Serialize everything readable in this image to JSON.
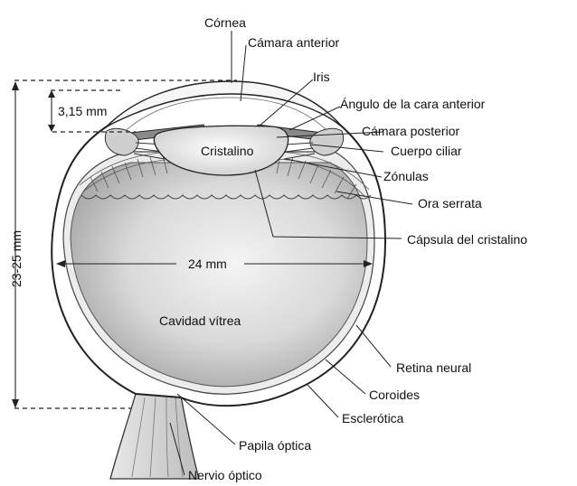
{
  "diagram": {
    "labels": {
      "cornea": "Córnea",
      "anterior_chamber": "Cámara anterior",
      "iris": "Iris",
      "anterior_angle": "Ángulo de la cara anterior",
      "posterior_chamber": "Cámara posterior",
      "ciliary_body": "Cuerpo ciliar",
      "zonules": "Zónulas",
      "ora_serrata": "Ora serrata",
      "lens_capsule": "Cápsula del cristalino",
      "lens": "Cristalino",
      "vitreous": "Cavidad vítrea",
      "neural_retina": "Retina neural",
      "choroid": "Coroides",
      "sclera": "Esclerótica",
      "optic_papilla": "Papila óptica",
      "optic_nerve": "Nervio óptico"
    },
    "dimensions": {
      "depth": "3,15 mm",
      "width": "24 mm",
      "height": "23-25 mm"
    }
  }
}
